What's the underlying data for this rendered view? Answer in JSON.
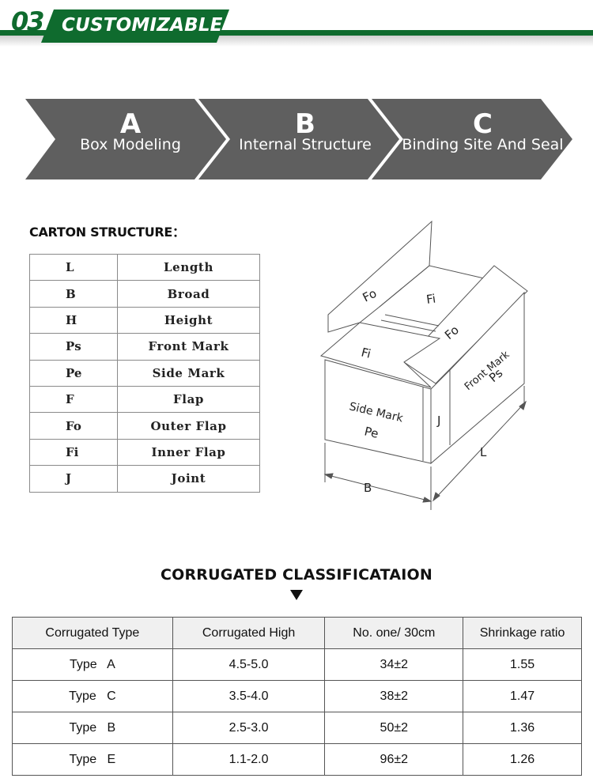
{
  "header": {
    "number": "03",
    "title": "CUSTOMIZABLE"
  },
  "steps": [
    {
      "letter": "A",
      "label": "Box Modeling"
    },
    {
      "letter": "B",
      "label": "Internal Structure"
    },
    {
      "letter": "C",
      "label": "Binding Site And Seal"
    }
  ],
  "carton": {
    "title": "CARTON STRUCTURE：",
    "rows": [
      {
        "key": "L",
        "value": "Length"
      },
      {
        "key": "B",
        "value": "Broad"
      },
      {
        "key": "H",
        "value": "Height"
      },
      {
        "key": "Ps",
        "value": "Front Mark"
      },
      {
        "key": "Pe",
        "value": "Side Mark"
      },
      {
        "key": "F",
        "value": "Flap"
      },
      {
        "key": "Fo",
        "value": "Outer Flap"
      },
      {
        "key": "Fi",
        "value": "Inner Flap"
      },
      {
        "key": "J",
        "value": "Joint"
      }
    ]
  },
  "diagram": {
    "fo_top": "Fo",
    "fi_top": "Fi",
    "fo_right": "Fo",
    "fi_left": "Fi",
    "side_mark": "Side Mark",
    "pe": "Pe",
    "joint": "J",
    "front_mark": "Front Mark",
    "ps": "Ps",
    "dim_b": "B",
    "dim_l": "L"
  },
  "corrugated": {
    "title": "CORRUGATED CLASSIFICATAION",
    "headers": [
      "Corrugated Type",
      "Corrugated High",
      "No.  one/ 30cm",
      "Shrinkage ratio"
    ],
    "rows": [
      [
        "Type   A",
        "4.5-5.0",
        "34±2",
        "1.55"
      ],
      [
        "Type   C",
        "3.5-4.0",
        "38±2",
        "1.47"
      ],
      [
        "Type   B",
        "2.5-3.0",
        "50±2",
        "1.36"
      ],
      [
        "Type   E",
        "1.1-2.0",
        "96±2",
        "1.26"
      ]
    ]
  },
  "colors": {
    "brand_green": "#0f6b2e",
    "step_gray": "#5f5f5f"
  }
}
